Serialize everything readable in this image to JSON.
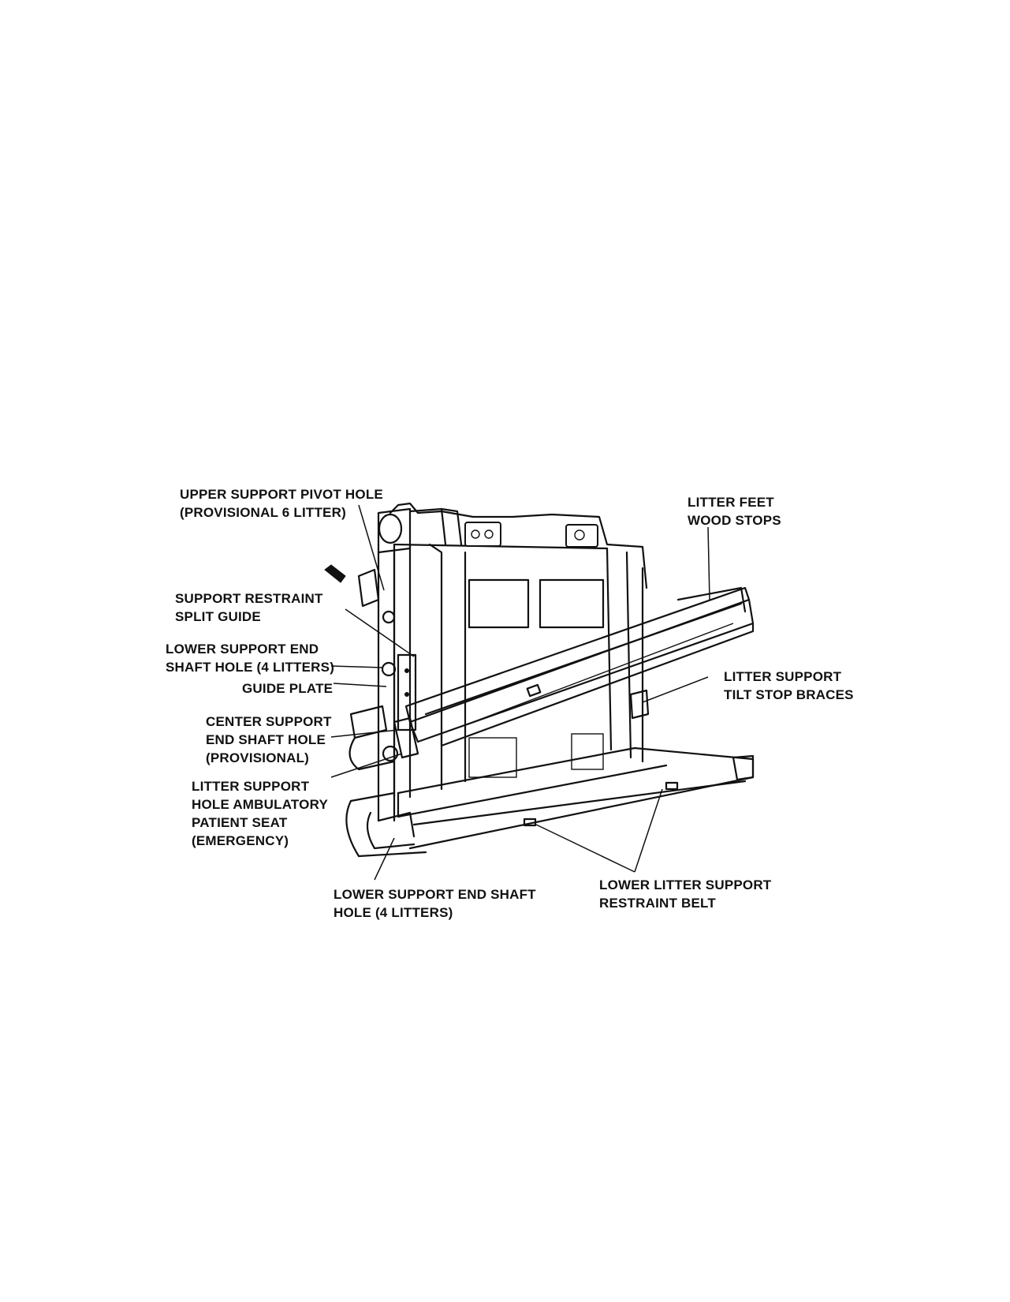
{
  "labels": {
    "upper_support_pivot_hole": [
      "UPPER SUPPORT PIVOT HOLE",
      "(PROVISIONAL 6 LITTER)"
    ],
    "litter_feet_wood_stops": [
      "LITTER FEET",
      "WOOD STOPS"
    ],
    "support_restraint_split_guide": [
      "SUPPORT RESTRAINT",
      "SPLIT GUIDE"
    ],
    "lower_support_end_shaft_hole_upper": [
      "LOWER SUPPORT END",
      "SHAFT HOLE (4 LITTERS)"
    ],
    "guide_plate": [
      "GUIDE PLATE"
    ],
    "litter_support_tilt_stop_braces": [
      "LITTER SUPPORT",
      "TILT STOP BRACES"
    ],
    "center_support_end_shaft_hole": [
      "CENTER SUPPORT",
      "END SHAFT HOLE",
      "(PROVISIONAL)"
    ],
    "litter_support_hole_ambulatory": [
      "LITTER SUPPORT",
      "HOLE AMBULATORY",
      "PATIENT SEAT",
      "(EMERGENCY)"
    ],
    "lower_support_end_shaft_hole_bottom": [
      "LOWER SUPPORT END SHAFT",
      "HOLE (4 LITTERS)"
    ],
    "lower_litter_support_restraint_belt": [
      "LOWER LITTER SUPPORT",
      "RESTRAINT BELT"
    ]
  }
}
